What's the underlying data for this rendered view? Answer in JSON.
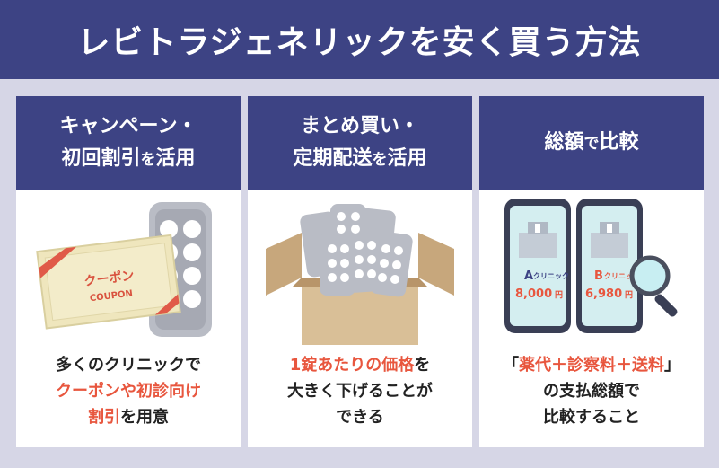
{
  "title": "レビトラジェネリックを安く買う方法",
  "cards": [
    {
      "head_line1": "キャンペーン・",
      "head_line2_a": "初回割引",
      "head_line2_b": "を",
      "head_line2_c": "活用",
      "coupon_jp": "クーポン",
      "coupon_en": "COUPON",
      "cap1": "多くのクリニックで",
      "cap2_hl": "クーポンや初診向け",
      "cap3_hl": "割引",
      "cap3_b": "を用意"
    },
    {
      "head_line1": "まとめ買い・",
      "head_line2_a": "定期配送",
      "head_line2_b": "を",
      "head_line2_c": "活用",
      "cap1_hl": "1錠あたりの価格",
      "cap1_b": "を",
      "cap2": "大きく下げることが",
      "cap3": "できる"
    },
    {
      "head_a": "総額",
      "head_b": "で",
      "head_c": "比較",
      "phoneA_label": "A",
      "phoneA_sub": "クリニック",
      "phoneA_price": "8,000",
      "phoneA_unit": "円",
      "phoneB_label": "B",
      "phoneB_sub": "クリニック",
      "phoneB_price": "6,980",
      "phoneB_unit": "円",
      "cap1_a": "「",
      "cap1_hl": "薬代＋診察料＋送料",
      "cap1_b": "」",
      "cap2": "の支払総額で",
      "cap3": "比較すること"
    }
  ],
  "colors": {
    "navy": "#3d4384",
    "accent": "#e8563e",
    "bg": "#d6d6e6"
  }
}
